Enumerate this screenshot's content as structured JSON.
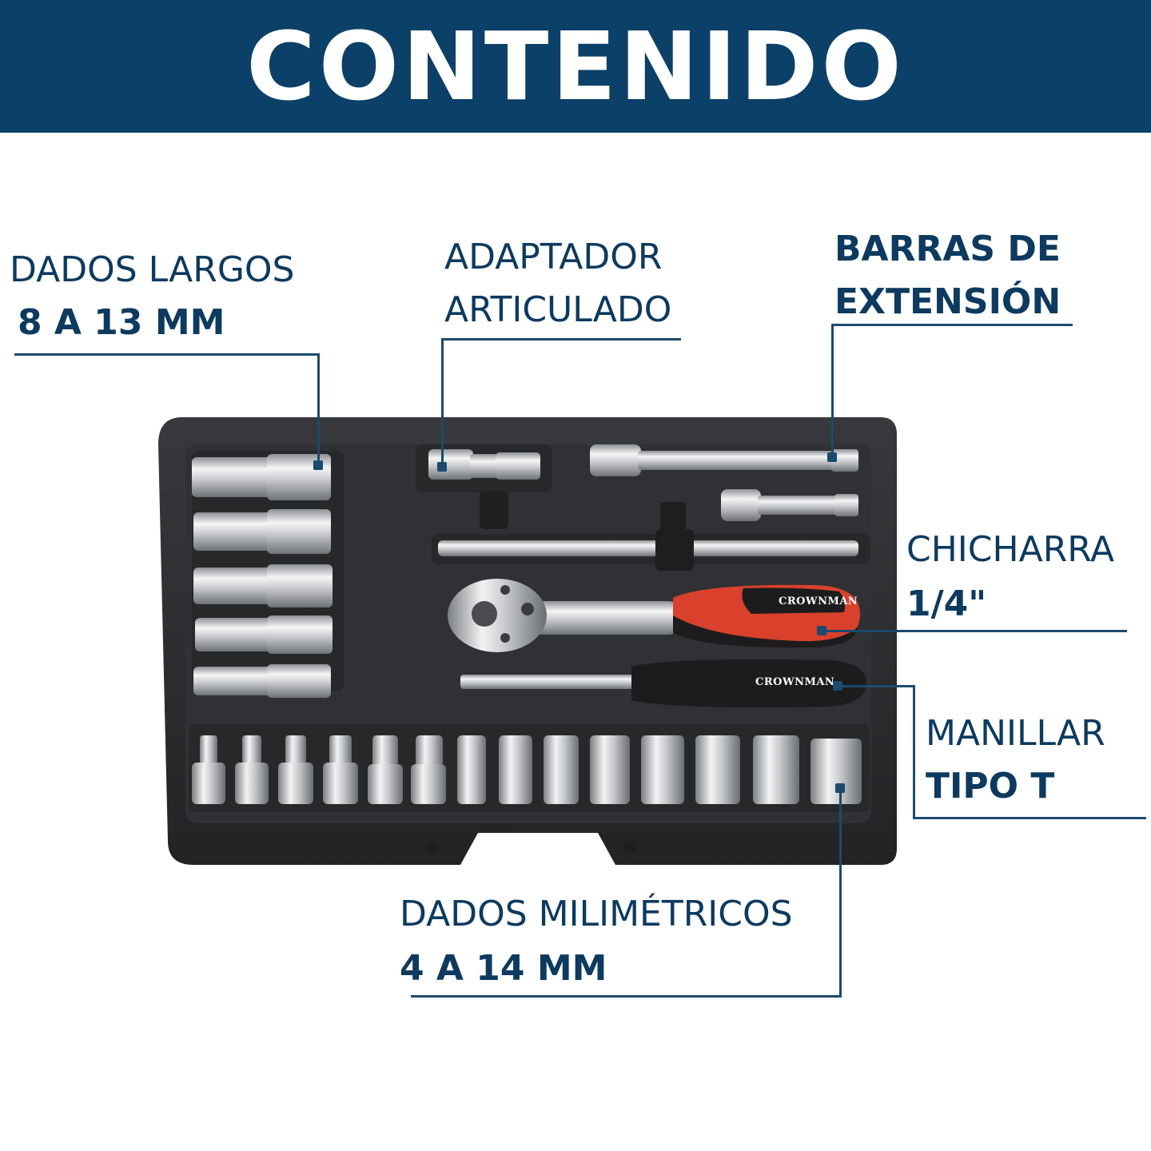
{
  "header": {
    "title": "CONTENIDO",
    "background_color": "#0b4068",
    "text_color": "#ffffff"
  },
  "labels": {
    "dados_largos": {
      "line1": "DADOS LARGOS",
      "line2": "8 A 13 MM"
    },
    "adaptador": {
      "line1": "ADAPTADOR",
      "line2": "ARTICULADO"
    },
    "barras": {
      "line1": "BARRAS DE",
      "line2": "EXTENSIÓN"
    },
    "chicharra": {
      "line1": "CHICHARRA",
      "line2": "1/4\""
    },
    "manillar": {
      "line1": "MANILLAR",
      "line2": "TIPO T"
    },
    "dados_milimetricos": {
      "line1": "DADOS MILIMÉTRICOS",
      "line2": "4 A 14 MM"
    }
  },
  "product": {
    "brand": "CROWNMAN"
  },
  "colors": {
    "label_text": "#0c3a60",
    "leader_line": "#1c4a6e",
    "tray": "#2b2c2f",
    "ratchet_handle_accent": "#d9412c"
  }
}
